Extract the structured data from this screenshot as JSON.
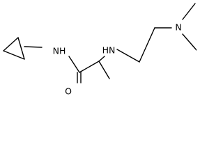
{
  "structure": {
    "atoms": {
      "amide_n": "NH",
      "amine_n": "HN",
      "dimethyl_n": "N",
      "carbonyl_o": "O"
    },
    "colors": {
      "bond": "#000000",
      "label": "#000000",
      "background": "#ffffff"
    }
  }
}
